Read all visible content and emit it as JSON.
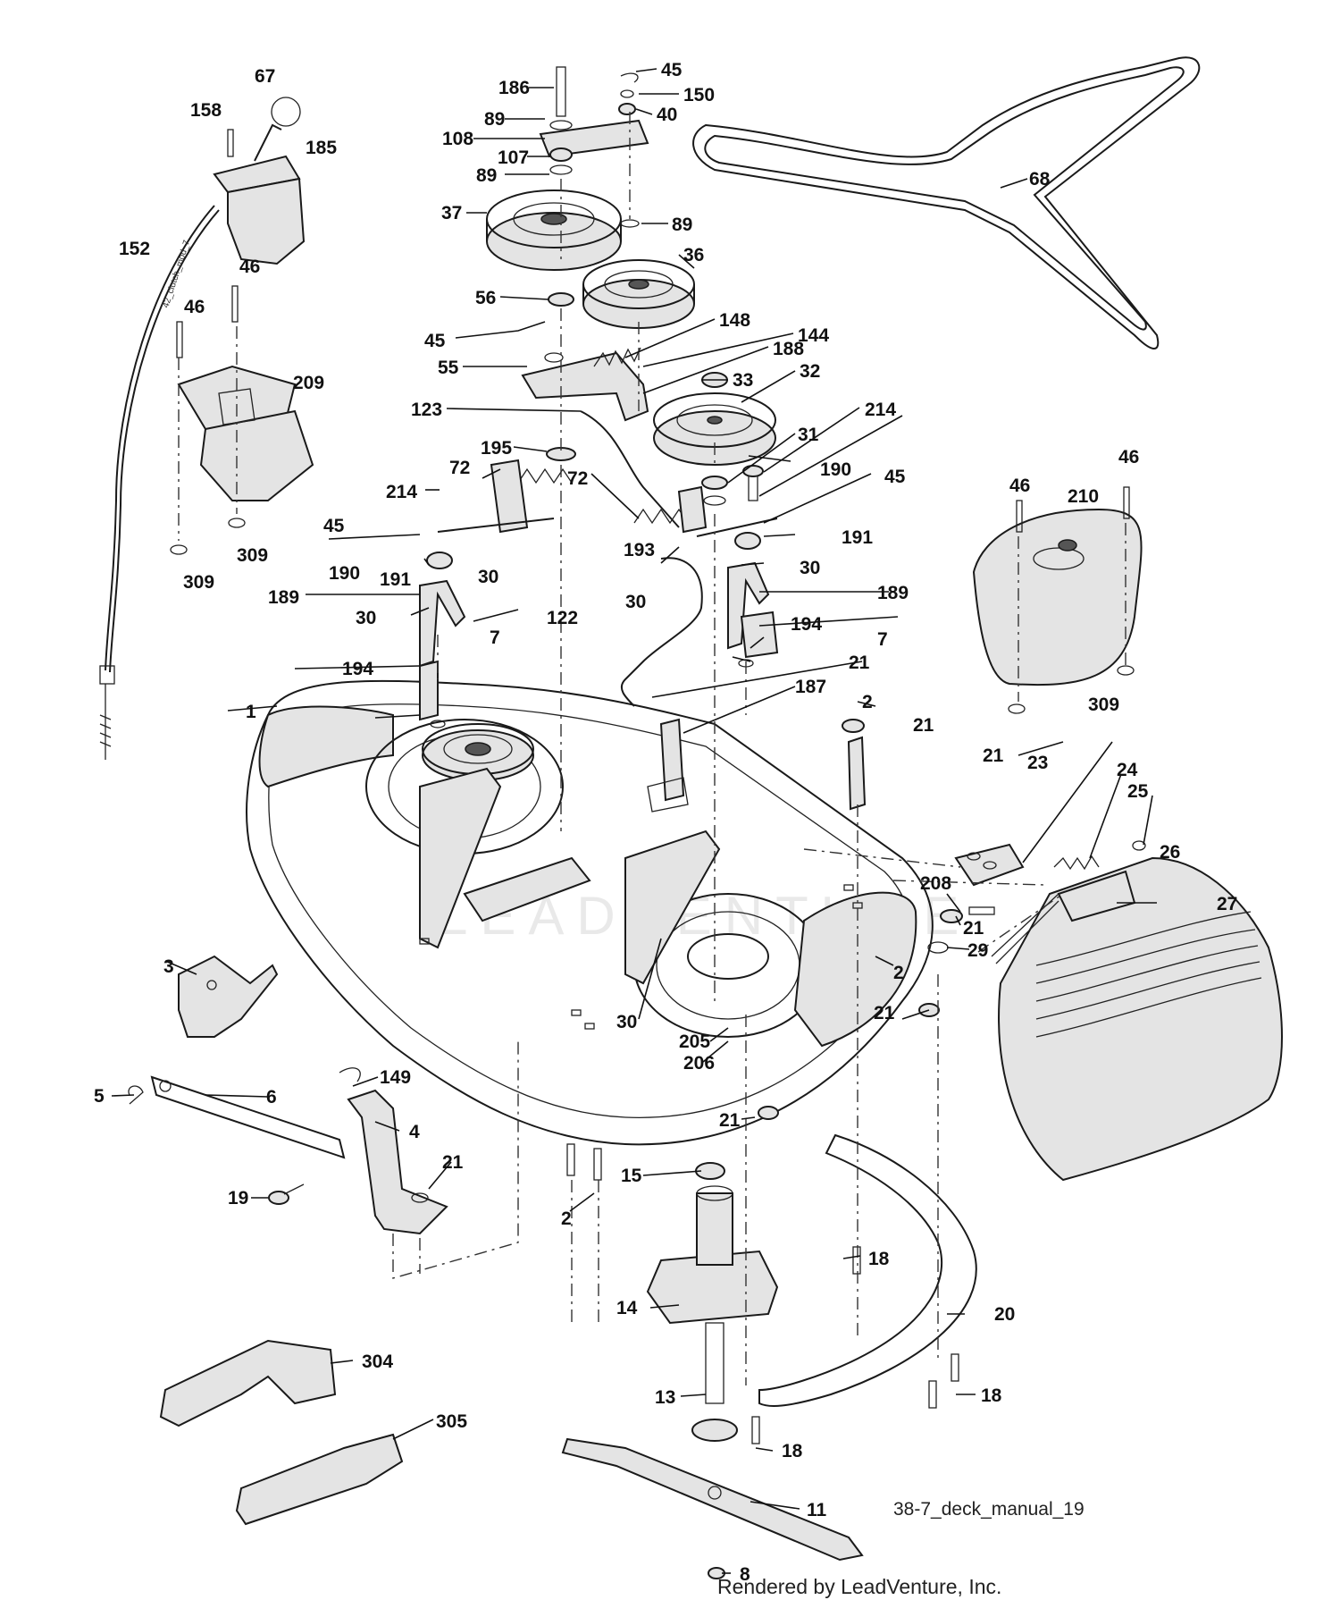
{
  "diagram": {
    "watermark": "LEADVENTURE",
    "reference": "38-7_deck_manual_19",
    "credit": "Rendered by LeadVenture, Inc.",
    "cable_text": "42_clutch_mod_7",
    "callouts": [
      {
        "id": "c67",
        "label": "67"
      },
      {
        "id": "c158",
        "label": "158"
      },
      {
        "id": "c185",
        "label": "185"
      },
      {
        "id": "c152",
        "label": "152"
      },
      {
        "id": "c46a",
        "label": "46"
      },
      {
        "id": "c46b",
        "label": "46"
      },
      {
        "id": "c209",
        "label": "209"
      },
      {
        "id": "c309a",
        "label": "309"
      },
      {
        "id": "c309b",
        "label": "309"
      },
      {
        "id": "c186",
        "label": "186"
      },
      {
        "id": "c89a",
        "label": "89"
      },
      {
        "id": "c108",
        "label": "108"
      },
      {
        "id": "c107",
        "label": "107"
      },
      {
        "id": "c89b",
        "label": "89"
      },
      {
        "id": "c37",
        "label": "37"
      },
      {
        "id": "c45a",
        "label": "45"
      },
      {
        "id": "c150",
        "label": "150"
      },
      {
        "id": "c40",
        "label": "40"
      },
      {
        "id": "c89c",
        "label": "89"
      },
      {
        "id": "c68",
        "label": "68"
      },
      {
        "id": "c36",
        "label": "36"
      },
      {
        "id": "c56",
        "label": "56"
      },
      {
        "id": "c148",
        "label": "148"
      },
      {
        "id": "c45b",
        "label": "45"
      },
      {
        "id": "c144",
        "label": "144"
      },
      {
        "id": "c55",
        "label": "55"
      },
      {
        "id": "c188",
        "label": "188"
      },
      {
        "id": "c33",
        "label": "33"
      },
      {
        "id": "c32",
        "label": "32"
      },
      {
        "id": "c123",
        "label": "123"
      },
      {
        "id": "c31",
        "label": "31"
      },
      {
        "id": "c214a",
        "label": "214"
      },
      {
        "id": "c195",
        "label": "195"
      },
      {
        "id": "c72a",
        "label": "72"
      },
      {
        "id": "c72b",
        "label": "72"
      },
      {
        "id": "c190a",
        "label": "190"
      },
      {
        "id": "c45c",
        "label": "45"
      },
      {
        "id": "c214b",
        "label": "214"
      },
      {
        "id": "c45d",
        "label": "45"
      },
      {
        "id": "c191a",
        "label": "191"
      },
      {
        "id": "c190b",
        "label": "190"
      },
      {
        "id": "c191b",
        "label": "191"
      },
      {
        "id": "c30a",
        "label": "30"
      },
      {
        "id": "c193",
        "label": "193"
      },
      {
        "id": "c30b",
        "label": "30"
      },
      {
        "id": "c189a",
        "label": "189"
      },
      {
        "id": "c189b",
        "label": "189"
      },
      {
        "id": "c30c",
        "label": "30"
      },
      {
        "id": "c122",
        "label": "122"
      },
      {
        "id": "c30d",
        "label": "30"
      },
      {
        "id": "c194a",
        "label": "194"
      },
      {
        "id": "c7a",
        "label": "7"
      },
      {
        "id": "c194b",
        "label": "194"
      },
      {
        "id": "c7b",
        "label": "7"
      },
      {
        "id": "c21a",
        "label": "21"
      },
      {
        "id": "c187",
        "label": "187"
      },
      {
        "id": "c2a",
        "label": "2"
      },
      {
        "id": "c1",
        "label": "1"
      },
      {
        "id": "c21b",
        "label": "21"
      },
      {
        "id": "c46c",
        "label": "46"
      },
      {
        "id": "c46d",
        "label": "46"
      },
      {
        "id": "c210",
        "label": "210"
      },
      {
        "id": "c309c",
        "label": "309"
      },
      {
        "id": "c21c",
        "label": "21"
      },
      {
        "id": "c23",
        "label": "23"
      },
      {
        "id": "c24",
        "label": "24"
      },
      {
        "id": "c25",
        "label": "25"
      },
      {
        "id": "c26",
        "label": "26"
      },
      {
        "id": "c27",
        "label": "27"
      },
      {
        "id": "c208",
        "label": "208"
      },
      {
        "id": "c21d",
        "label": "21"
      },
      {
        "id": "c29",
        "label": "29"
      },
      {
        "id": "c2b",
        "label": "2"
      },
      {
        "id": "c21e",
        "label": "21"
      },
      {
        "id": "c3",
        "label": "3"
      },
      {
        "id": "c30e",
        "label": "30"
      },
      {
        "id": "c205",
        "label": "205"
      },
      {
        "id": "c206",
        "label": "206"
      },
      {
        "id": "c149",
        "label": "149"
      },
      {
        "id": "c5",
        "label": "5"
      },
      {
        "id": "c6",
        "label": "6"
      },
      {
        "id": "c4",
        "label": "4"
      },
      {
        "id": "c21f",
        "label": "21"
      },
      {
        "id": "c21g",
        "label": "21"
      },
      {
        "id": "c19",
        "label": "19"
      },
      {
        "id": "c15",
        "label": "15"
      },
      {
        "id": "c2c",
        "label": "2"
      },
      {
        "id": "c18a",
        "label": "18"
      },
      {
        "id": "c14",
        "label": "14"
      },
      {
        "id": "c20",
        "label": "20"
      },
      {
        "id": "c304",
        "label": "304"
      },
      {
        "id": "c305",
        "label": "305"
      },
      {
        "id": "c13",
        "label": "13"
      },
      {
        "id": "c18b",
        "label": "18"
      },
      {
        "id": "c18c",
        "label": "18"
      },
      {
        "id": "c11",
        "label": "11"
      },
      {
        "id": "c8",
        "label": "8"
      }
    ]
  }
}
